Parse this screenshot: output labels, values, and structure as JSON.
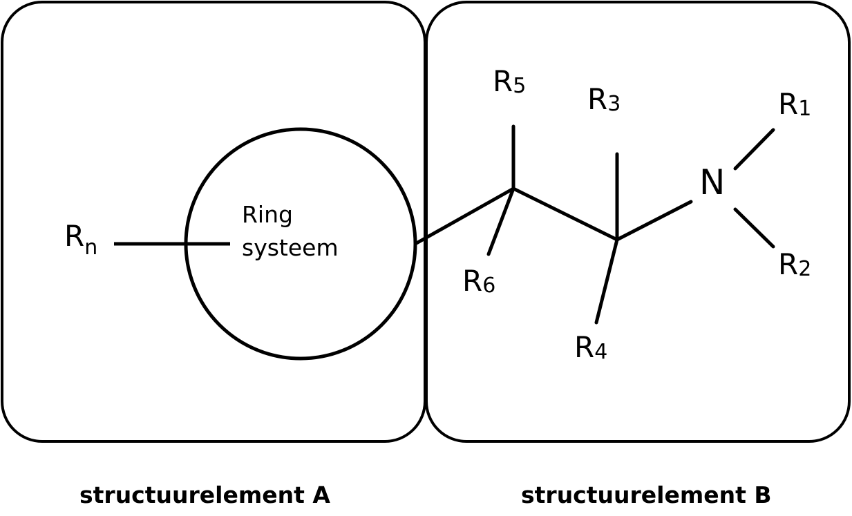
{
  "ring": {
    "line1": "Ring",
    "line2": "systeem"
  },
  "substituents": {
    "rn": {
      "letter": "R",
      "sub": "n"
    },
    "r1": {
      "letter": "R",
      "sub": "1"
    },
    "r2": {
      "letter": "R",
      "sub": "2"
    },
    "r3": {
      "letter": "R",
      "sub": "3"
    },
    "r4": {
      "letter": "R",
      "sub": "4"
    },
    "r5": {
      "letter": "R",
      "sub": "5"
    },
    "r6": {
      "letter": "R",
      "sub": "6"
    }
  },
  "atoms": {
    "nitrogen": "N"
  },
  "captions": {
    "element_a": "structuurelement A",
    "element_b": "structuurelement B"
  },
  "colors": {
    "stroke": "#000000",
    "background": "#ffffff"
  }
}
